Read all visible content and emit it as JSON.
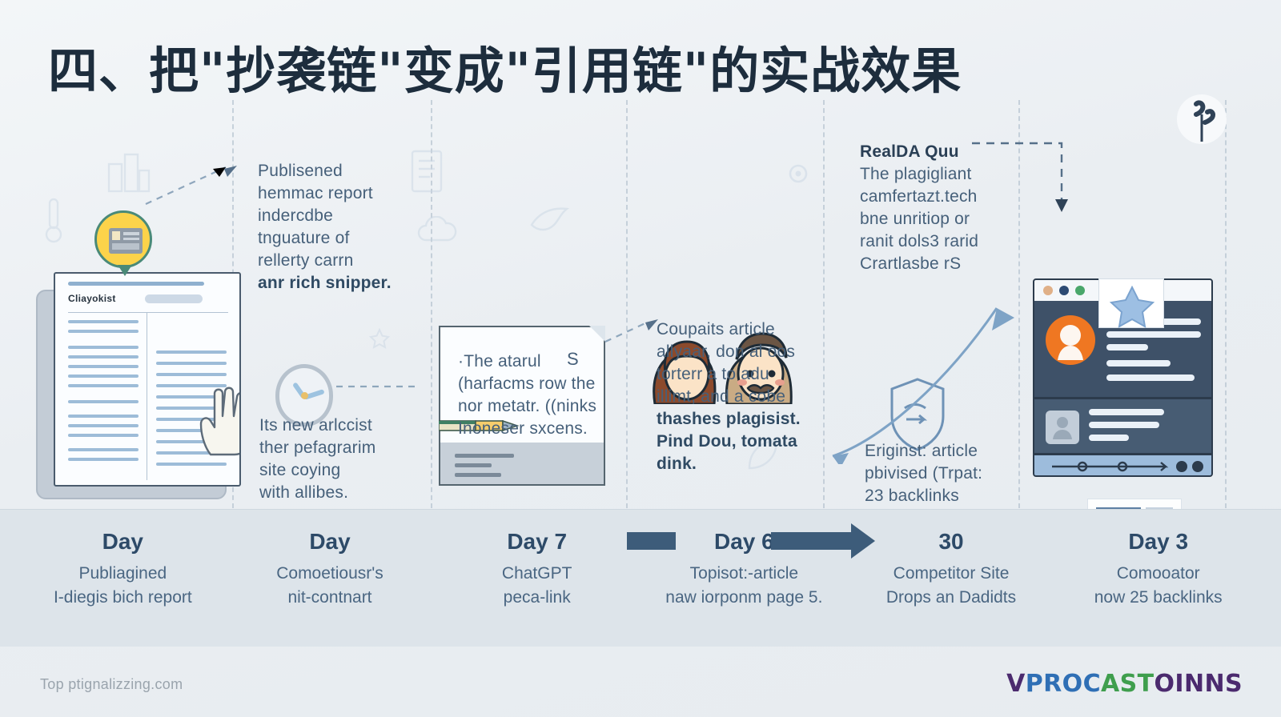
{
  "title": "四、把\"抄袭链\"变成\"引用链\"的实战效果",
  "colors": {
    "background": "#eef1f4",
    "band": "#dde4ea",
    "title_text": "#1d2d3d",
    "callout_text": "#46607a",
    "timeline_day": "#2d4a68",
    "arrow": "#3d5c7a",
    "badge_yellow": "#fcd34a",
    "avatar_orange": "#ef7722",
    "browser_dark": "#3e5168"
  },
  "illustrations": {
    "clipboard_heading": "Cliayokist",
    "badge_icon": "id-card-icon",
    "clock_icon": "clock-icon",
    "pencil_icon": "pencil-icon",
    "green_clock_icon": "green-clock-icon",
    "rocket_icon": "rocket-star-icon",
    "shield_icon": "shield-icon",
    "people_icon": "two-people-avatars",
    "top_right_icon": "scissors-icon",
    "browser_dots": [
      "#e0b088",
      "#2c4a73",
      "#4aa76b"
    ]
  },
  "callouts": [
    {
      "name": "callout-published-report",
      "lines": [
        "Publisened",
        "hemmac report",
        "indercdbe",
        "tnguature of",
        "rellerty carrn",
        "anr rich snipper."
      ],
      "bold_last": true
    },
    {
      "name": "callout-new-paragraph",
      "lines": [
        "Its new arlccist",
        "ther pefagrarim",
        "site coying",
        "with allibes."
      ],
      "bold_last": false
    },
    {
      "name": "callout-note-card",
      "lines": [
        "·The atarul",
        "(harfacms row the",
        "nor metatr. ((ninks",
        "Inoneser sxcens."
      ],
      "corner_mark": "S"
    },
    {
      "name": "callout-copied-article",
      "lines": [
        "Coupaits article",
        "allyaar, don al oos",
        "torterr a to adu",
        "illimt, and a cobe",
        "thashes plagisist.",
        "Pind Dou, tomata",
        "dink."
      ]
    },
    {
      "name": "callout-real-da",
      "lead": "RealDA Quu",
      "lines": [
        "The plagigliant",
        "camfertazt.tech",
        "bne unritiop or",
        "ranit dols3 rarid",
        "Crartlasbe rS"
      ]
    },
    {
      "name": "callout-original-article",
      "lines": [
        "Eriginst: article",
        "pbivised (Trpat:",
        "23 backlinks"
      ]
    }
  ],
  "timeline": {
    "items": [
      {
        "day": "Day",
        "line1": "Publiagined",
        "line2": "I-diegis bich report"
      },
      {
        "day": "Day",
        "line1": "Comoetiousr's",
        "line2": "nit-contnart"
      },
      {
        "day": "Day 7",
        "line1": "ChatGPT",
        "line2": "peca-link"
      },
      {
        "day": "Day 6",
        "line1": "Topisot:-article",
        "line2": "naw iorponm page 5."
      },
      {
        "day": "30",
        "line1": "Competitor Site",
        "line2": "Drops an Dadidts"
      },
      {
        "day": "Day 3",
        "line1": "Comooator",
        "line2": "now 25 backlinks"
      }
    ]
  },
  "footer": {
    "site": "Top ptignalizzing.com",
    "logo_parts": [
      "V",
      "PROC",
      "AST",
      "OINNS"
    ]
  }
}
